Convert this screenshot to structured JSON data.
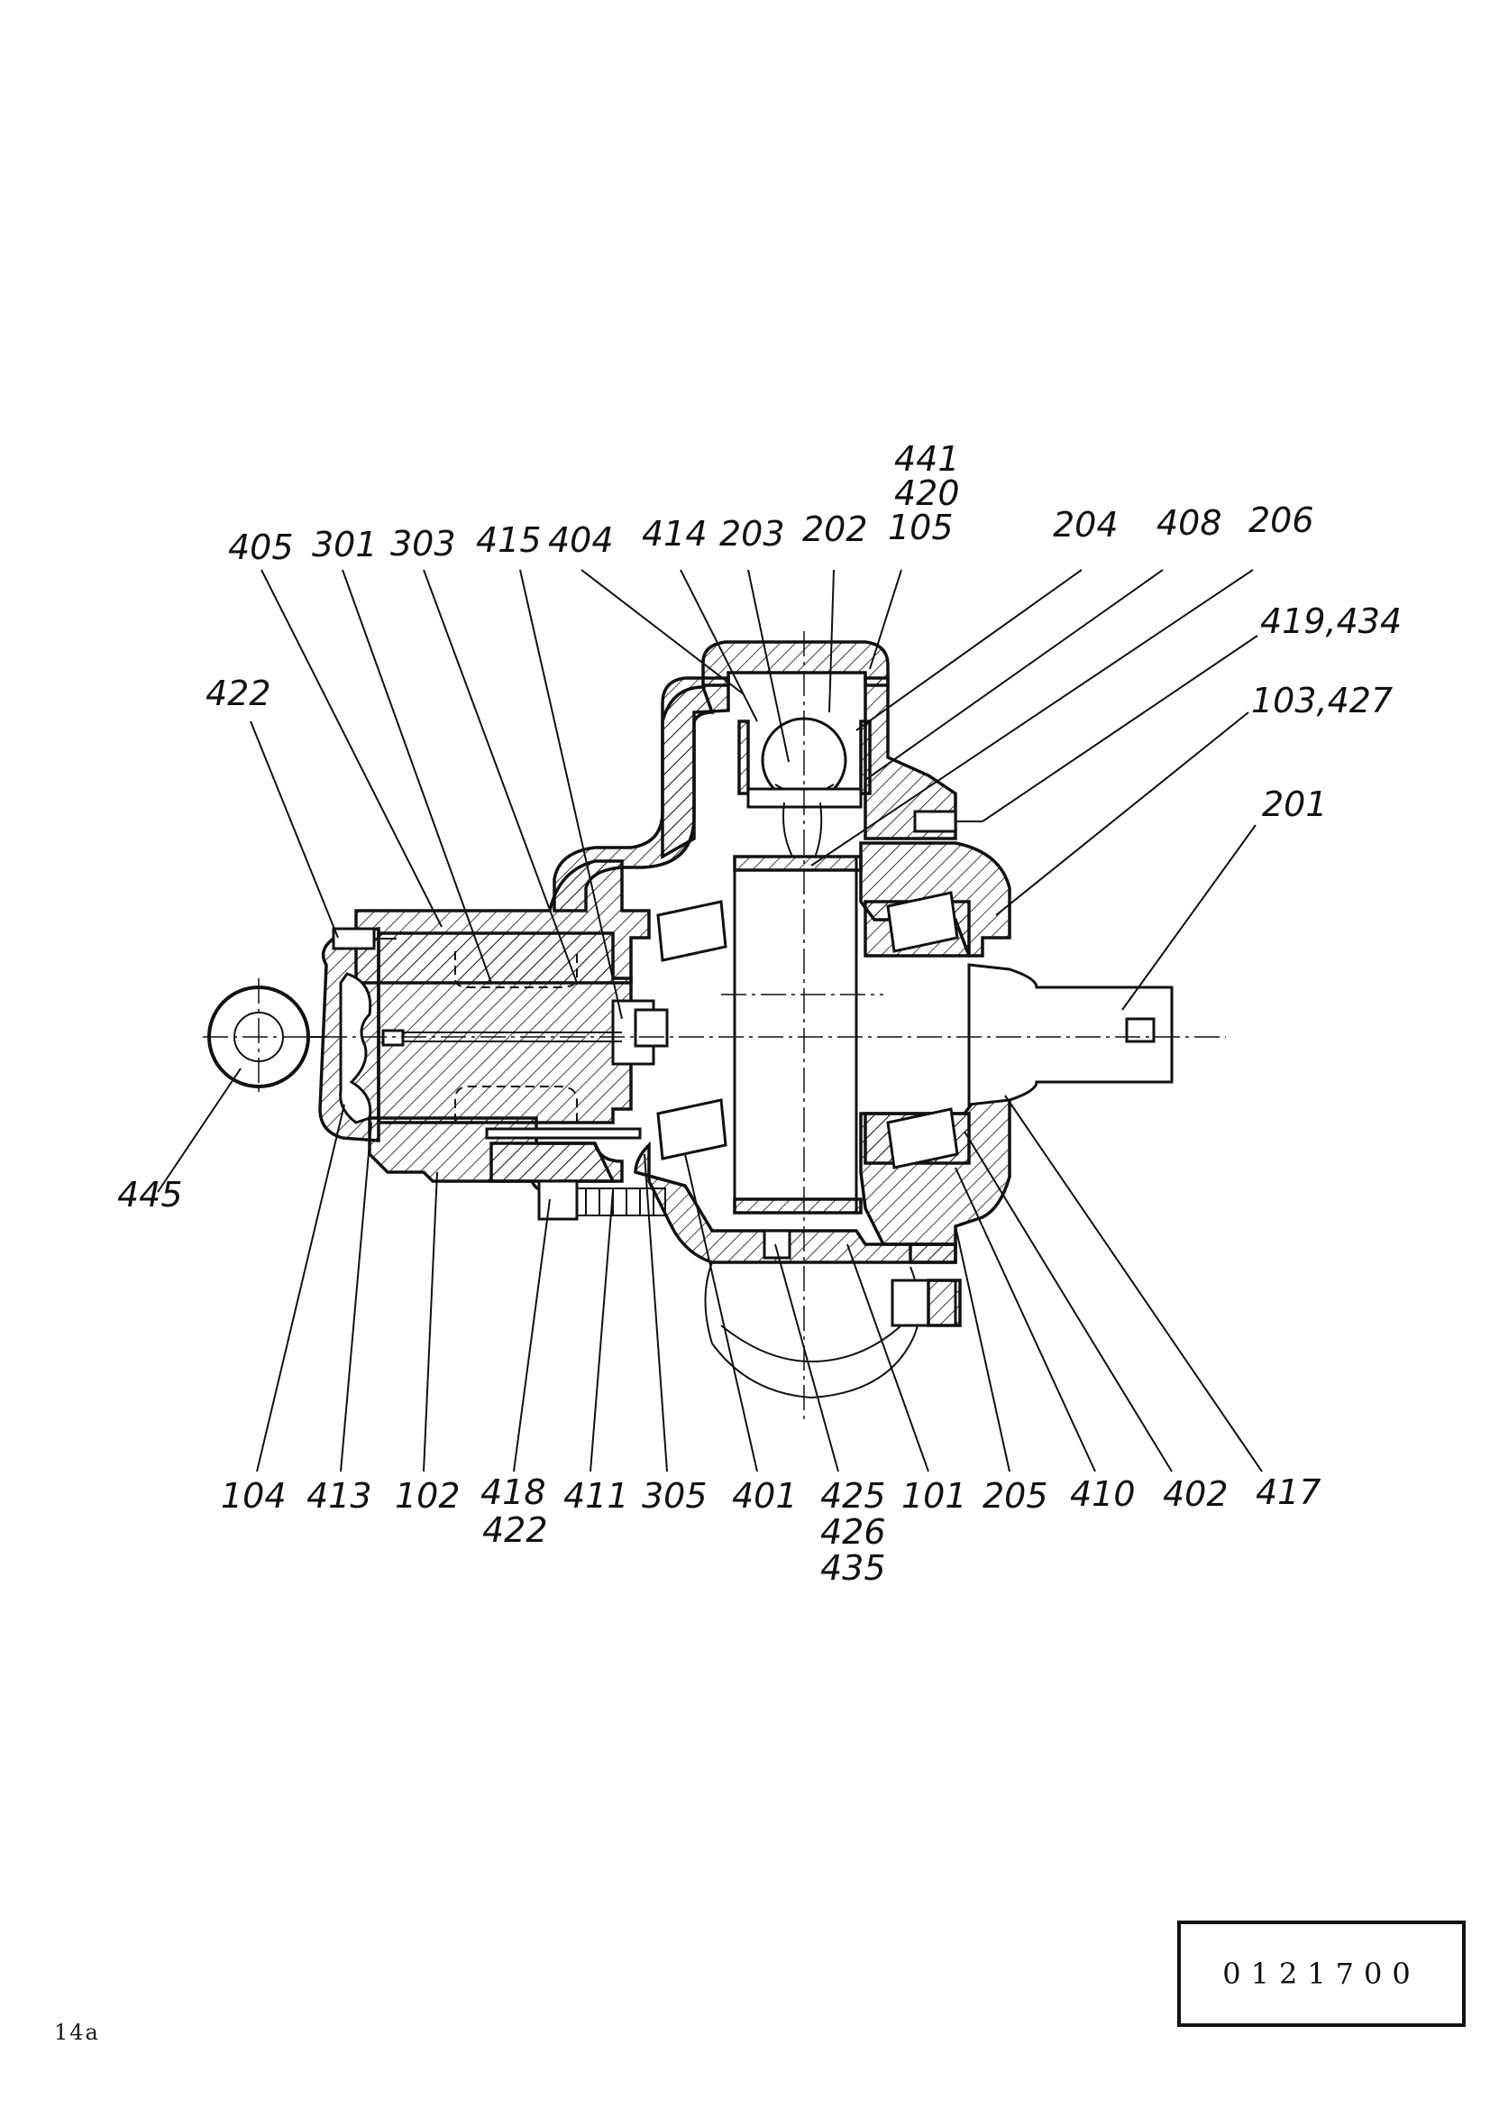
{
  "drawing": {
    "document_number": "0121700",
    "page_label": "14a",
    "callouts": {
      "c441": "441",
      "c420": "420",
      "c105": "105",
      "c405": "405",
      "c301": "301",
      "c303": "303",
      "c415": "415",
      "c404": "404",
      "c414": "414",
      "c203": "203",
      "c202": "202",
      "c204": "204",
      "c408": "408",
      "c206": "206",
      "c419_434": "419,434",
      "c103_427": "103,427",
      "c422top": "422",
      "c201": "201",
      "c445": "445",
      "c104": "104",
      "c413": "413",
      "c102": "102",
      "c418": "418",
      "c422bot": "422",
      "c411": "411",
      "c305": "305",
      "c401": "401",
      "c425": "425",
      "c426": "426",
      "c435": "435",
      "c101": "101",
      "c205": "205",
      "c410": "410",
      "c402": "402",
      "c417": "417"
    }
  }
}
